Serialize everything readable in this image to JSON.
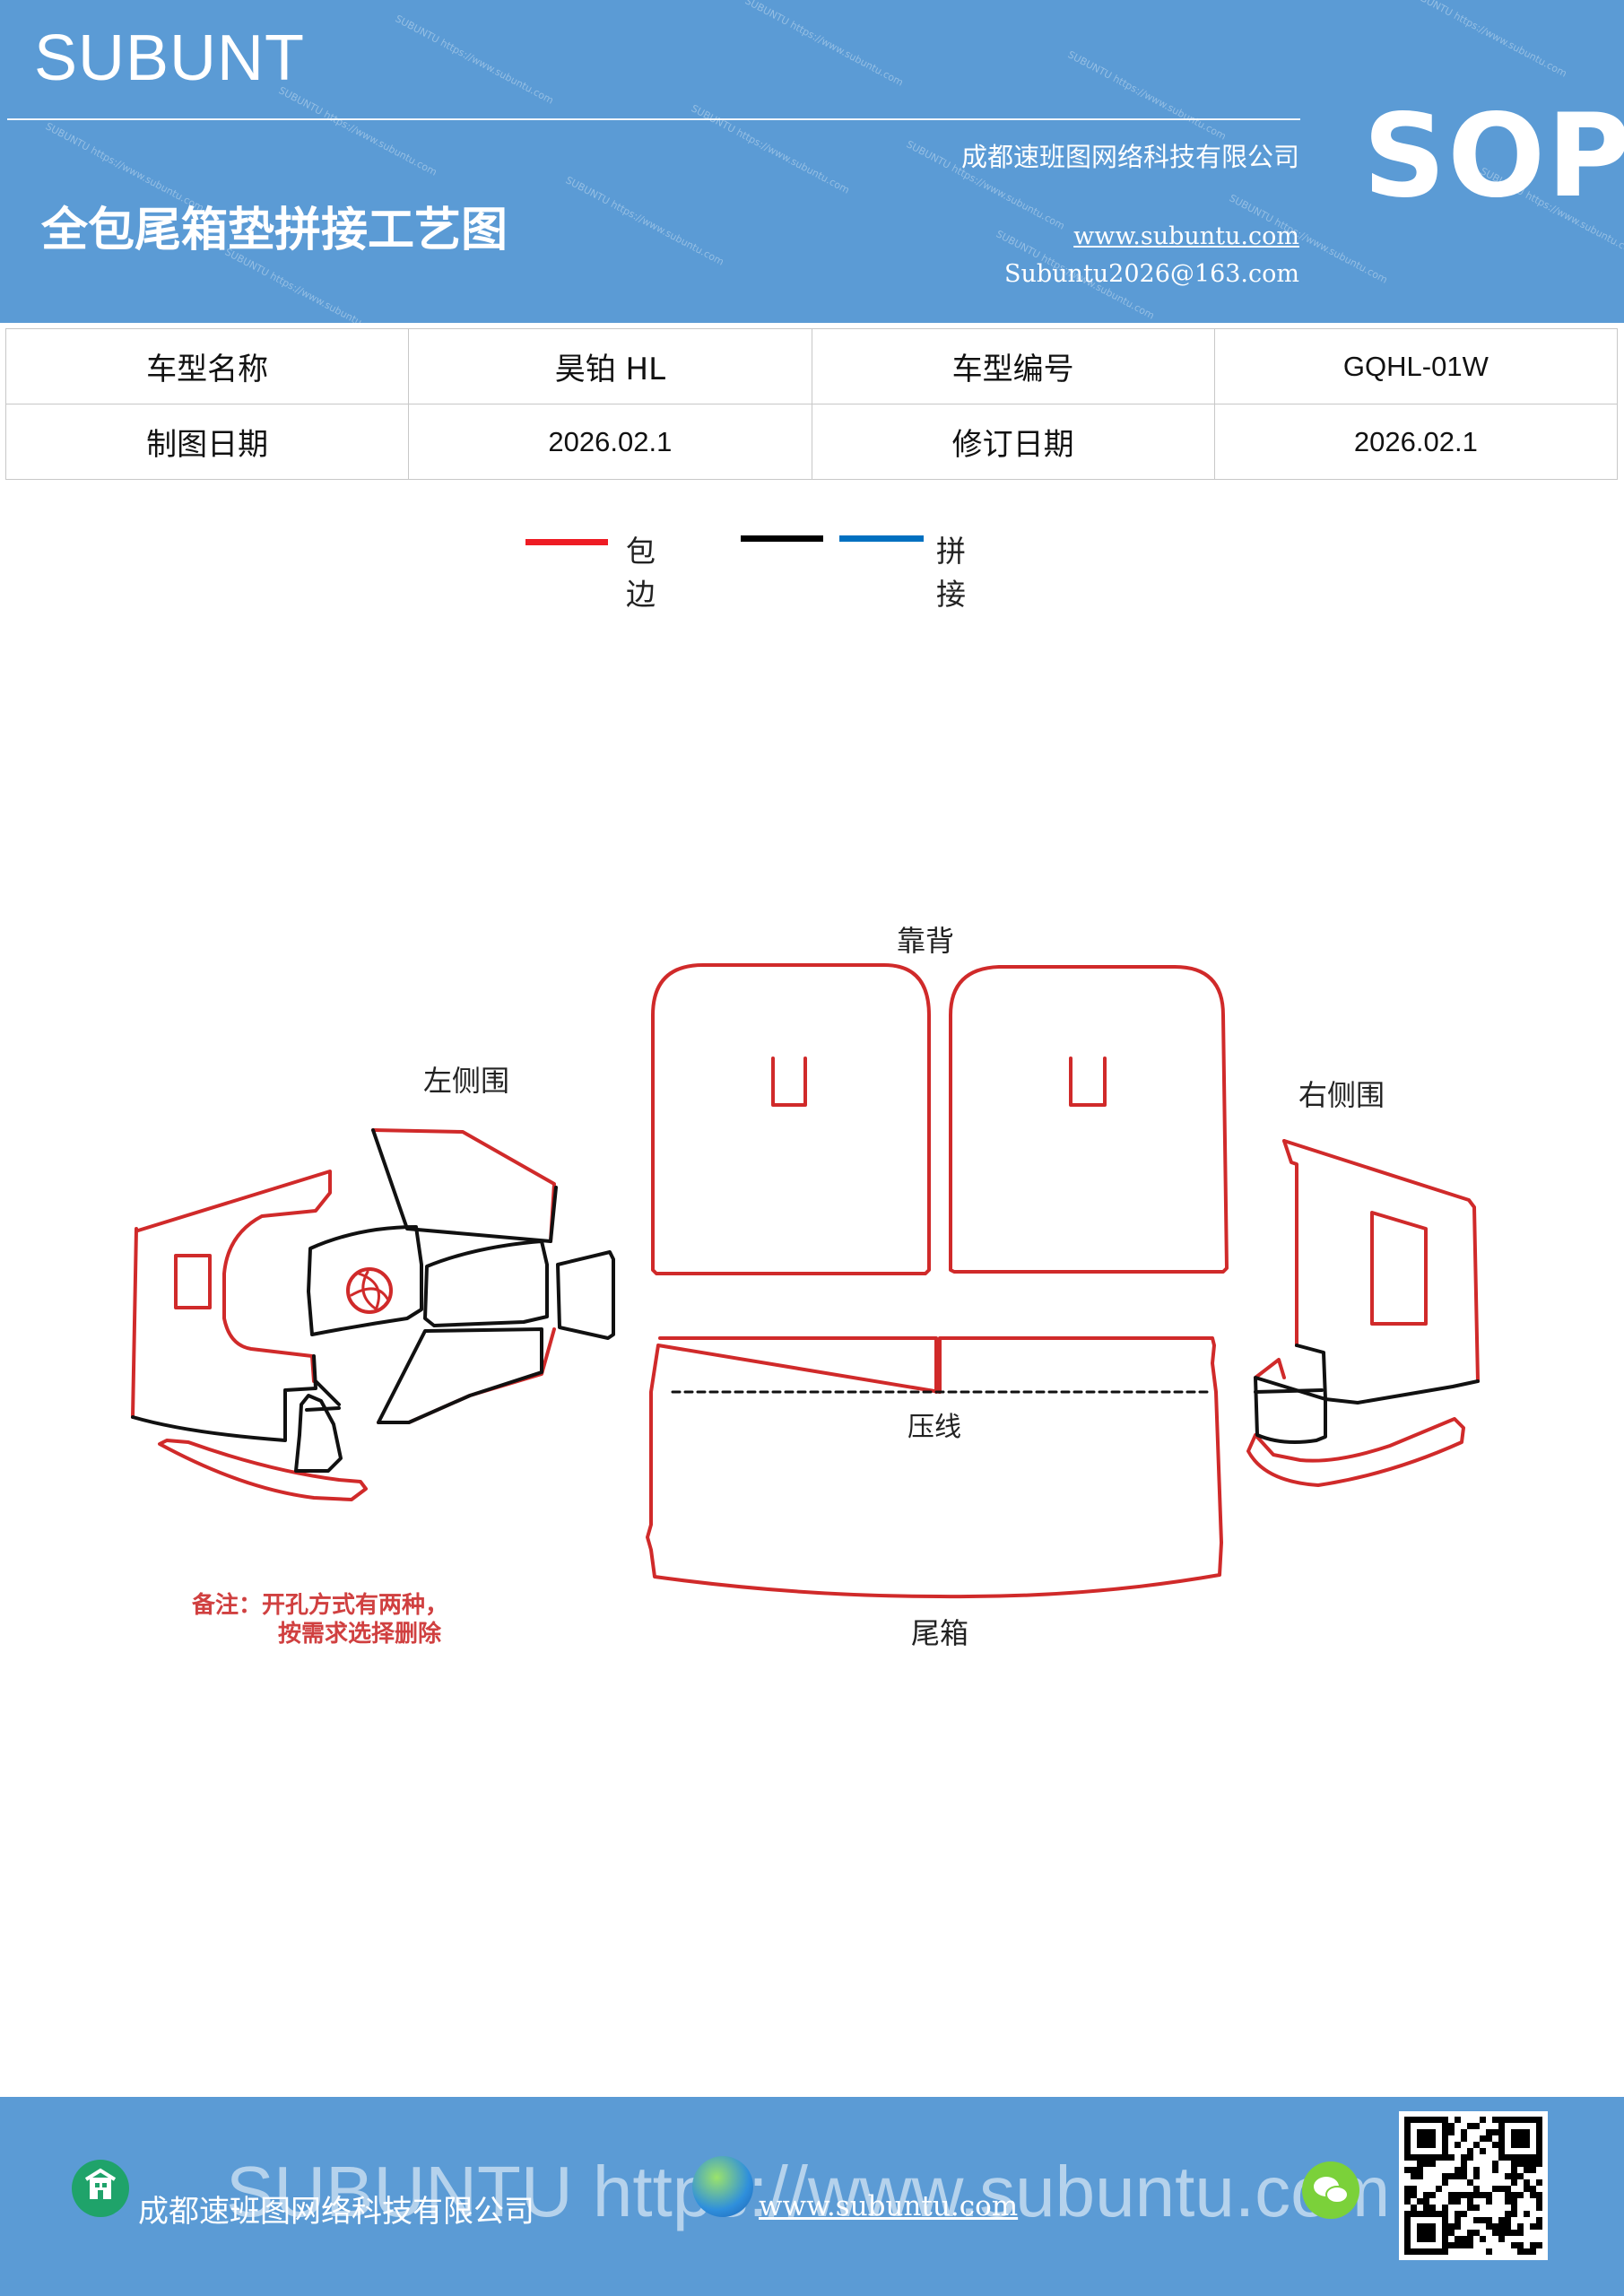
{
  "header": {
    "brand": "SUBUNT",
    "company": "成都速班图网络科技有限公司",
    "title": "全包尾箱垫拼接工艺图",
    "website": "www.subuntu.com",
    "email": "Subuntu2026@163.com",
    "badge": "SOP",
    "watermark_text": "SUBUNTU https://www.subuntu.com",
    "bg_color": "#5b9bd5"
  },
  "info": {
    "model_name_label": "车型名称",
    "model_name_value": "昊铂 HL",
    "model_code_label": "车型编号",
    "model_code_value": "GQHL-01W",
    "draw_date_label": "制图日期",
    "draw_date_value": "2026.02.1",
    "revise_date_label": "修订日期",
    "revise_date_value": "2026.02.1"
  },
  "legend": {
    "items": [
      {
        "label": "包边",
        "color": "#ee1c24"
      },
      {
        "label": "",
        "color": "#000000"
      },
      {
        "label": "拼接",
        "color": "#0070c0"
      }
    ]
  },
  "diagram": {
    "backrest_label": "靠背",
    "left_side_label": "左侧围",
    "right_side_label": "右侧围",
    "crease_label": "压线",
    "trunk_label": "尾箱",
    "note_line1": "备注：开孔方式有两种，",
    "note_line2": "按需求选择删除",
    "edge_color": "#d02a2a",
    "seam_color": "#111111"
  },
  "footer": {
    "watermark": "SUBUNTU https://www.subuntu.com",
    "company": "成都速班图网络科技有限公司",
    "website": "www.subuntu.com",
    "icons": [
      "building-icon",
      "globe-icon",
      "wechat-icon",
      "qr-code"
    ]
  }
}
